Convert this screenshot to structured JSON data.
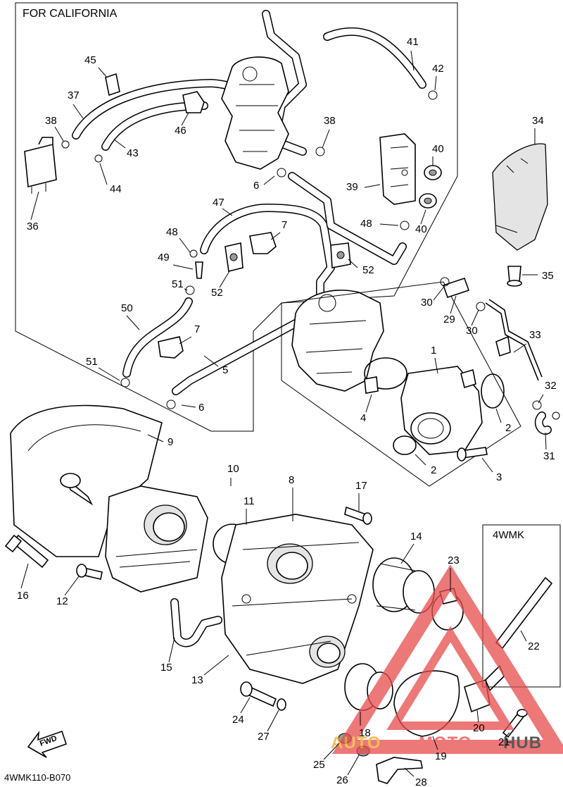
{
  "diagram": {
    "header": "FOR CALIFORNIA",
    "inset_label": "4WMK",
    "footer_code": "4WMK110-B070",
    "fwd_label": "FWD",
    "watermark": {
      "left": "AUTO",
      "middle": "MOTO",
      "right": "HUB"
    },
    "colors": {
      "ink": "#000000",
      "paper": "#ffffff",
      "watermark_red": "#e84c4c",
      "watermark_orange": "#f5a623",
      "watermark_dark": "#222222"
    },
    "part_labels": [
      "1",
      "2",
      "3",
      "4",
      "5",
      "6",
      "7",
      "8",
      "9",
      "10",
      "11",
      "12",
      "13",
      "14",
      "15",
      "16",
      "17",
      "18",
      "19",
      "20",
      "21",
      "22",
      "23",
      "24",
      "25",
      "26",
      "27",
      "28",
      "29",
      "30",
      "31",
      "32",
      "33",
      "34",
      "35",
      "36",
      "37",
      "38",
      "39",
      "40",
      "41",
      "42",
      "43",
      "44",
      "45",
      "46",
      "47",
      "48",
      "49",
      "50",
      "51",
      "52"
    ]
  }
}
